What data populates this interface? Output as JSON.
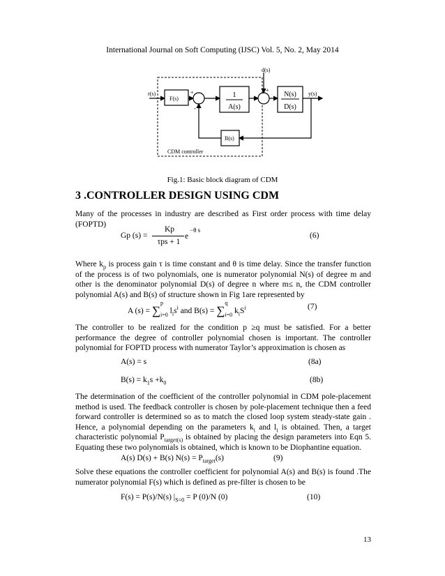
{
  "header": "International Journal on Soft Computing (IJSC) Vol. 5, No. 2, May 2014",
  "figure": {
    "caption": "Fig.1: Basic block diagram of CDM",
    "labels": {
      "r": "r(s)",
      "F": "F(s)",
      "plus1": "+",
      "minus1": "-",
      "a_num": "1",
      "a_den": "A(s)",
      "d": "d(s)",
      "plus2": "+",
      "n_num": "N(s)",
      "n_den": "D(s)",
      "y": "y(s)",
      "B": "B(s)",
      "cdm": "CDM controller"
    }
  },
  "section": {
    "title": "3 .CONTROLLER DESIGN USING CDM"
  },
  "p1": "Many of the processes in industry are described as First order process with time delay (FOPTD)",
  "eq6": {
    "lhs": "Gp (s) =",
    "num": "Kp",
    "den": "τps + 1",
    "exp": "−θ s",
    "e": "e",
    "num_label": "(6)"
  },
  "p2": {
    "t1": "Where k",
    "sub1": "p",
    "t2": " is process gain τ is time constant and θ is time delay. Since the transfer function of the process is of two polynomials, one is numerator polynomial N(s) of degree m and other is the denominator polynomial D(s) of degree n where m≤ n, the CDM controller polynomial A(s) and B(s) of structure shown in Fig 1are represented by"
  },
  "eq7": {
    "lhs": "A (s) =",
    "mid": "and B(s) =",
    "num_label": "(7)"
  },
  "p3": "The controller to be realized for the condition p ≥q must be satisfied. For a better performance the degree of controller polynomial chosen is important. The controller polynomial for FOPTD process with numerator Taylor’s approximation is chosen as",
  "eq8a": {
    "text": "A(s) = s",
    "num_label": "(8a)"
  },
  "eq8b": {
    "text": "B(s) = k",
    "s1": "1",
    "t2": "s +k",
    "s2": "0",
    "num_label": "(8b)"
  },
  "p4": {
    "t1": "The determination of the coefficient of the controller polynomial in CDM pole-placement method is used. The feedback controller is chosen by pole-placement technique then a feed forward controller is determined so as to match the closed loop system steady-state gain . Hence, a polynomial depending on the parameters k",
    "sub1": "i",
    "t2": " and l",
    "sub2": "i",
    "t3": " is obtained. Then, a target characteristic polynomial P",
    "sub3": "target(s)",
    "t4": " is obtained by placing the design parameters into Eqn 5. Equating these two polynomials is obtained, which is known to be Diophantine equation."
  },
  "eq9": {
    "t1": "A(s) D(s) + B(s) N(s) = P",
    "sub": "target",
    "t2": "(s)",
    "num_label": "(9)"
  },
  "p5": "Solve these equations the controller coefficient for polynomial A(s) and B(s) is found .The numerator polynomial F(s) which is defined as pre-filter is chosen to be",
  "eq10": {
    "t1": "F(s) = P(s)/N(s) |",
    "sub": "S=0",
    "t2": " = P (0)/N (0)",
    "num_label": "(10)"
  },
  "page_number": "13"
}
